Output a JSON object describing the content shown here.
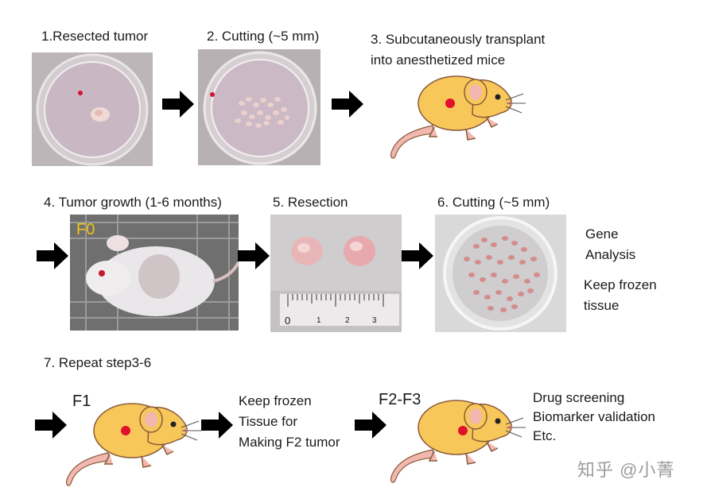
{
  "steps": {
    "s1": "1.Resected tumor",
    "s2": "2. Cutting (~5 mm)",
    "s3_line1": "3. Subcutaneously transplant",
    "s3_line2": "into anesthetized mice",
    "s4": "4. Tumor growth (1-6 months)",
    "s5": "5. Resection",
    "s6": "6. Cutting (~5 mm)",
    "s7": "7. Repeat step3-6"
  },
  "side_notes": {
    "gene_1": "Gene",
    "gene_2": "Analysis",
    "frozen_1": "Keep frozen",
    "frozen_2": "tissue"
  },
  "photo_labels": {
    "f0": "F0",
    "ruler_ticks": [
      "0",
      "1",
      "2",
      "3"
    ]
  },
  "row3": {
    "f1": "F1",
    "keep_1": "Keep frozen",
    "keep_2": "Tissue for",
    "keep_3": "Making F2 tumor",
    "f2f3": "F2-F3",
    "out_1": "Drug screening",
    "out_2": "Biomarker validation",
    "out_3": "Etc."
  },
  "watermark": "知乎 @小菁",
  "colors": {
    "mouse_body": "#f7c75a",
    "mouse_tail": "#f2b8b0",
    "tumor": "#e0112b",
    "arrow": "#000000"
  }
}
